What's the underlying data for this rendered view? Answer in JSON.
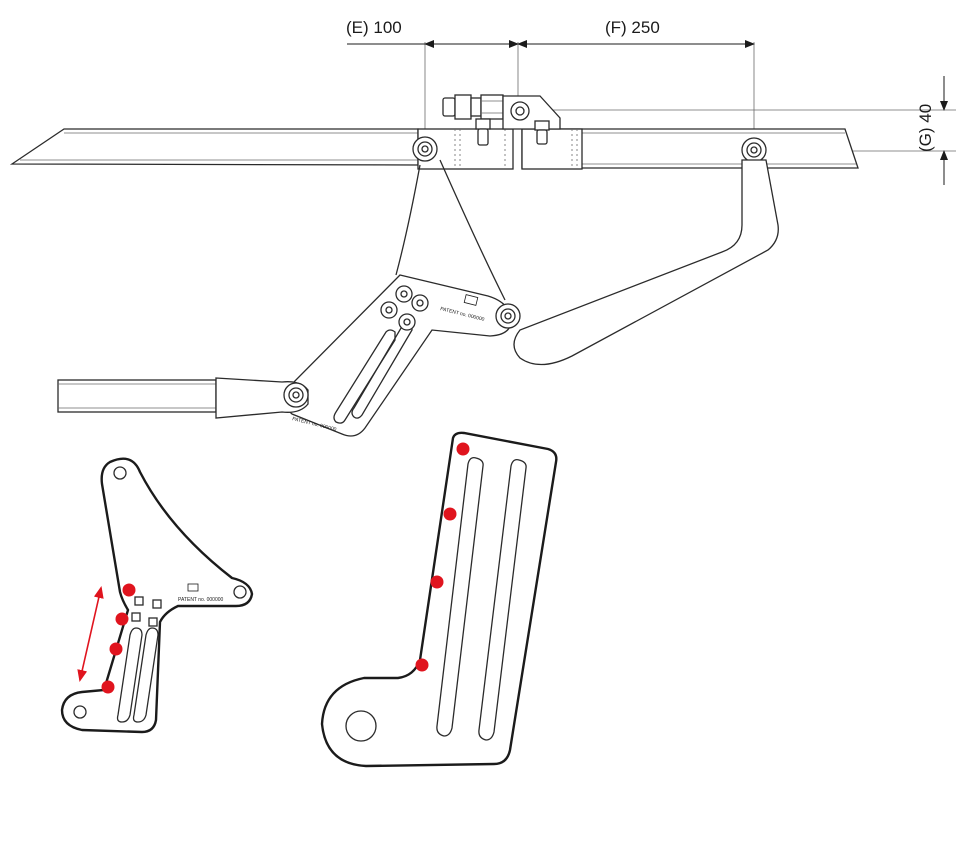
{
  "dimensions": {
    "e": "(E) 100",
    "f": "(F) 250",
    "g": "(G) 40"
  },
  "marking_text": "PATENT no. 000000",
  "colors": {
    "line": "#2b2b2b",
    "marker": "#e0141e",
    "arrow": "#e0141e"
  },
  "markers": {
    "small_bracket_count": 4,
    "long_arm_count": 4
  },
  "icons": [
    "double-headed-arrow-icon",
    "red-dot-marker-icon",
    "logo-stamp-icon"
  ]
}
